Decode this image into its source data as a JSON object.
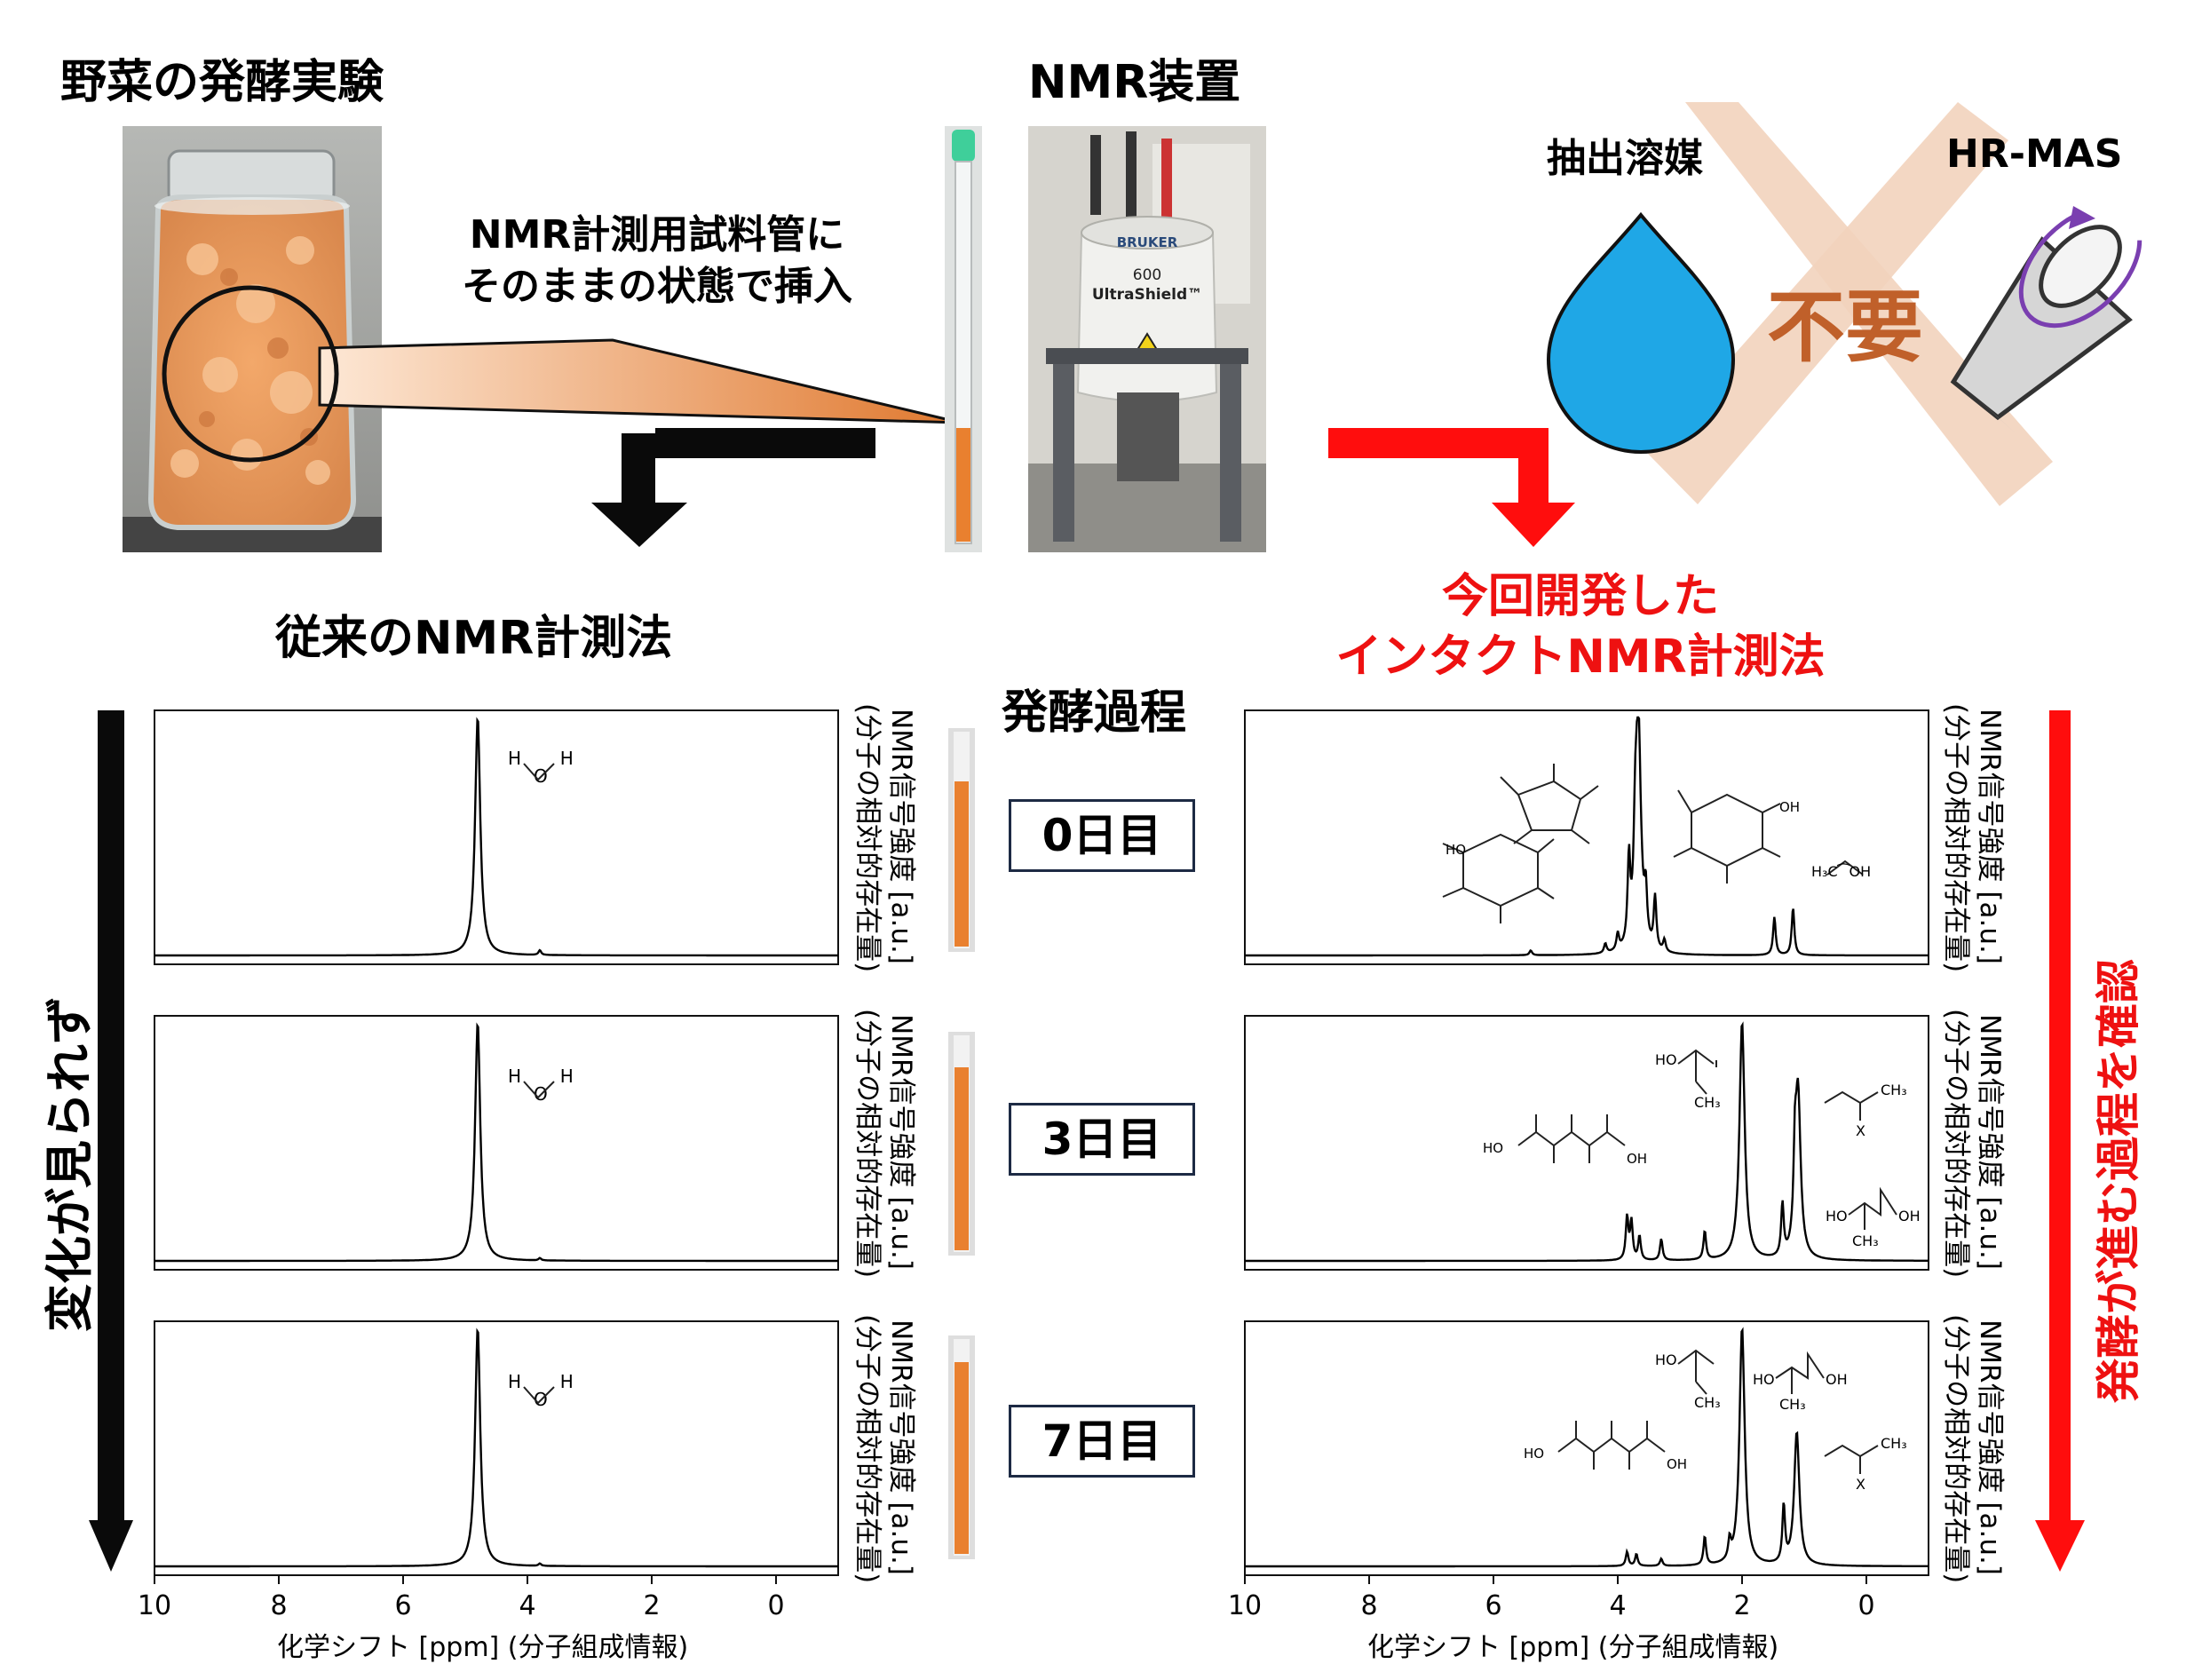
{
  "top": {
    "left_title": "野菜の発酵実験",
    "center_title": "NMR装置",
    "tube_callout_line1": "NMR計測用試料管に",
    "tube_callout_line2": "そのままの状態で挿入",
    "solvent_label": "抽出溶媒",
    "hrmas_label": "HR-MAS",
    "unneeded_label": "不要",
    "magnet_brand": "BRUKER",
    "magnet_model_line1": "600",
    "magnet_model_line2": "UltraShield™"
  },
  "methods": {
    "conventional": "従来のNMR計測法",
    "new_line1": "今回開発した",
    "new_line2": "インタクトNMR計測法"
  },
  "process": {
    "title": "発酵過程",
    "days": [
      "0日目",
      "3日目",
      "7日目"
    ]
  },
  "side": {
    "left_arrow_label": "変化が見られず",
    "right_arrow_label": "発酵が進む過程を確認"
  },
  "axes": {
    "ylabel_line1": "NMR信号強度 [a.u.]",
    "ylabel_line2": "(分子の相対的存在量)",
    "xlabel": "化学シフト [ppm] (分子組成情報)",
    "xticks": [
      "10",
      "8",
      "6",
      "4",
      "2",
      "0"
    ]
  },
  "molecules": {
    "water_h1": "H",
    "water_o": "O",
    "water_h2": "H",
    "ethanol": "H₃C⁀OH",
    "acetic_ho": "HO",
    "acetic_ch3": "CH₃",
    "lactic_ho": "HO",
    "lactic_oh": "OH",
    "lactic_ch3": "CH₃",
    "ester_ch3": "CH₃",
    "ester_x": "X",
    "polyol_oh": "OH",
    "polyol_ho": "HO",
    "sugar_oh": "OH",
    "sugar_ho": "HO"
  },
  "chart_data": [
    {
      "type": "line",
      "panel": "conventional",
      "day": "0日目",
      "xlim": [
        10,
        -1
      ],
      "x_reversed": true,
      "peaks": [
        {
          "ppm": 4.8,
          "height": 1.0
        },
        {
          "ppm": 3.8,
          "height": 0.02
        }
      ]
    },
    {
      "type": "line",
      "panel": "conventional",
      "day": "3日目",
      "xlim": [
        10,
        -1
      ],
      "x_reversed": true,
      "peaks": [
        {
          "ppm": 4.8,
          "height": 1.0
        },
        {
          "ppm": 3.8,
          "height": 0.01
        }
      ]
    },
    {
      "type": "line",
      "panel": "conventional",
      "day": "7日目",
      "xlim": [
        10,
        -1
      ],
      "x_reversed": true,
      "peaks": [
        {
          "ppm": 4.8,
          "height": 1.0
        },
        {
          "ppm": 3.8,
          "height": 0.01
        }
      ]
    },
    {
      "type": "line",
      "panel": "intact",
      "day": "0日目",
      "xlim": [
        10,
        -1
      ],
      "x_reversed": true,
      "peaks": [
        {
          "ppm": 5.4,
          "height": 0.02
        },
        {
          "ppm": 4.2,
          "height": 0.04
        },
        {
          "ppm": 4.0,
          "height": 0.07
        },
        {
          "ppm": 3.82,
          "height": 0.35
        },
        {
          "ppm": 3.72,
          "height": 0.3
        },
        {
          "ppm": 3.55,
          "height": 0.2
        },
        {
          "ppm": 3.4,
          "height": 0.22
        },
        {
          "ppm": 3.25,
          "height": 0.05
        },
        {
          "ppm": 1.48,
          "height": 0.16
        },
        {
          "ppm": 1.18,
          "height": 0.2
        },
        {
          "ppm": 3.67,
          "height": 1.0
        }
      ]
    },
    {
      "type": "line",
      "panel": "intact",
      "day": "3日目",
      "xlim": [
        10,
        -1
      ],
      "x_reversed": true,
      "peaks": [
        {
          "ppm": 3.85,
          "height": 0.18
        },
        {
          "ppm": 3.78,
          "height": 0.16
        },
        {
          "ppm": 3.65,
          "height": 0.1
        },
        {
          "ppm": 3.3,
          "height": 0.09
        },
        {
          "ppm": 2.6,
          "height": 0.12
        },
        {
          "ppm": 2.0,
          "height": 1.0
        },
        {
          "ppm": 1.35,
          "height": 0.22
        },
        {
          "ppm": 1.15,
          "height": 0.3
        },
        {
          "ppm": 1.1,
          "height": 0.7
        }
      ]
    },
    {
      "type": "line",
      "panel": "intact",
      "day": "7日目",
      "xlim": [
        10,
        -1
      ],
      "x_reversed": true,
      "peaks": [
        {
          "ppm": 3.85,
          "height": 0.06
        },
        {
          "ppm": 3.7,
          "height": 0.05
        },
        {
          "ppm": 3.3,
          "height": 0.03
        },
        {
          "ppm": 2.6,
          "height": 0.12
        },
        {
          "ppm": 2.2,
          "height": 0.08
        },
        {
          "ppm": 2.0,
          "height": 1.0
        },
        {
          "ppm": 1.33,
          "height": 0.24
        },
        {
          "ppm": 1.12,
          "height": 0.56
        }
      ]
    }
  ]
}
